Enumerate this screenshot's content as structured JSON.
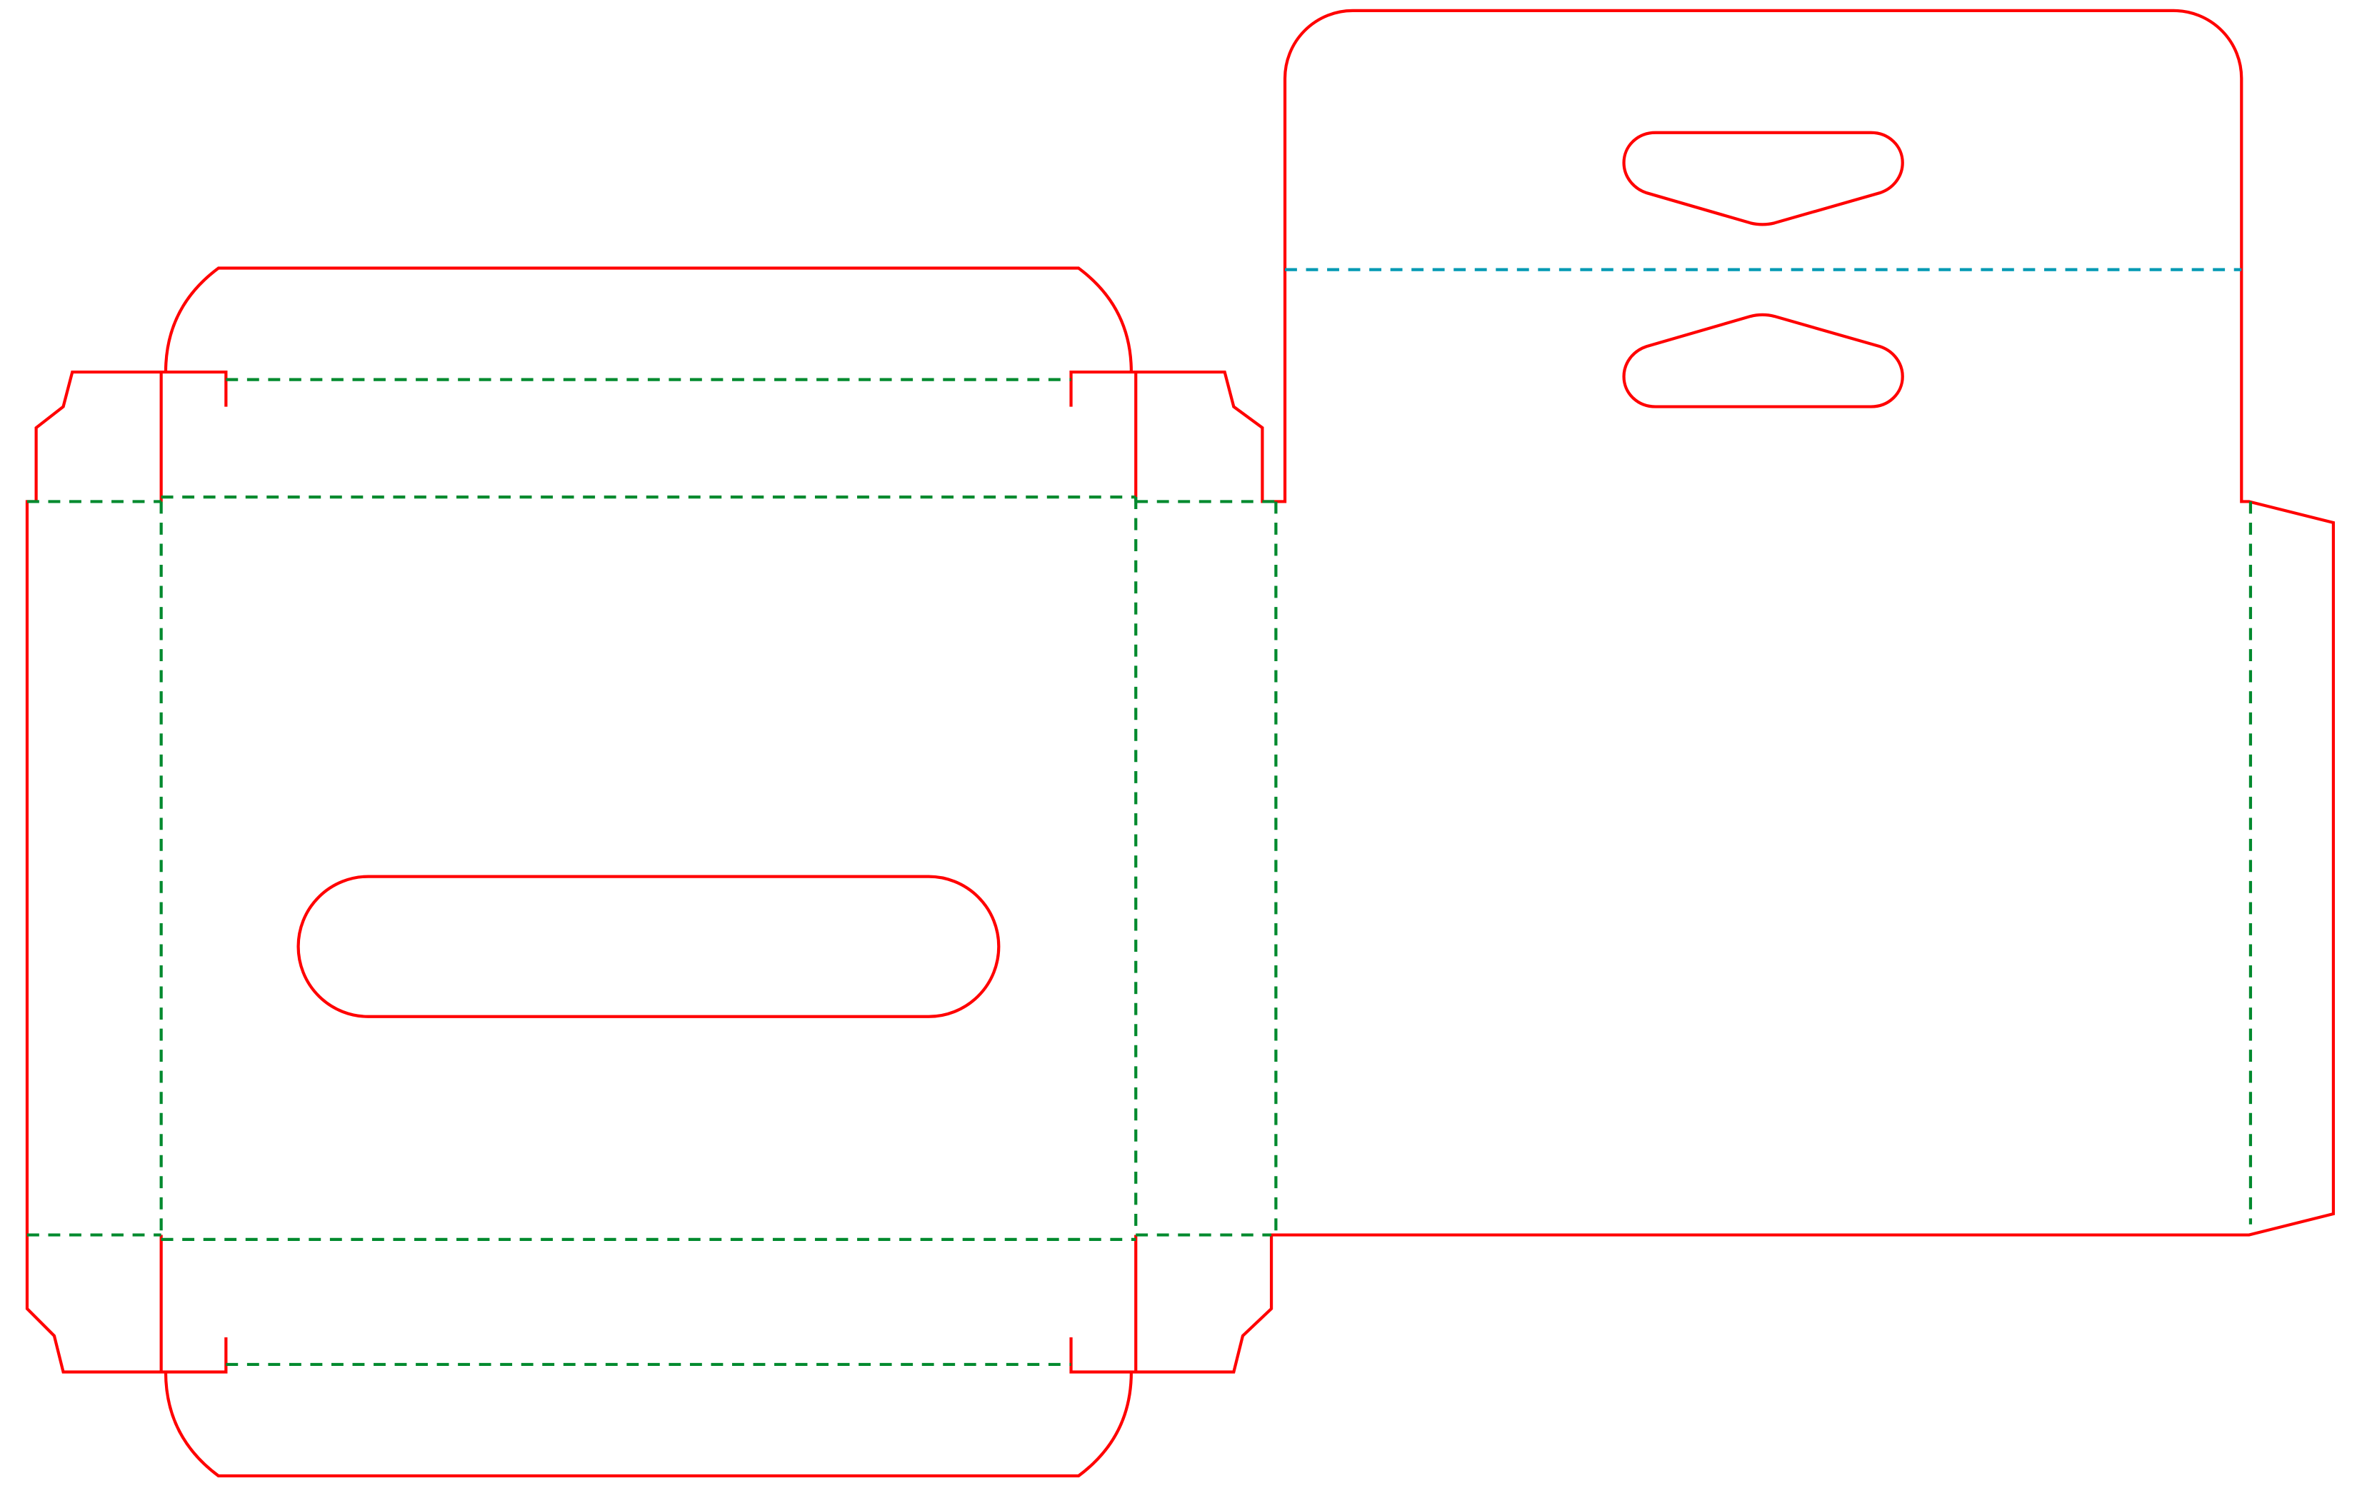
{
  "diagram": {
    "type": "packaging-dieline",
    "colors": {
      "cut_line": "#ff0000",
      "fold_line": "#008a2e",
      "perforation_line": "#0099b3",
      "background": "#ffffff"
    },
    "line_styles": {
      "cut": "solid",
      "fold": "dashed",
      "hanger_fold": "dashed"
    }
  }
}
